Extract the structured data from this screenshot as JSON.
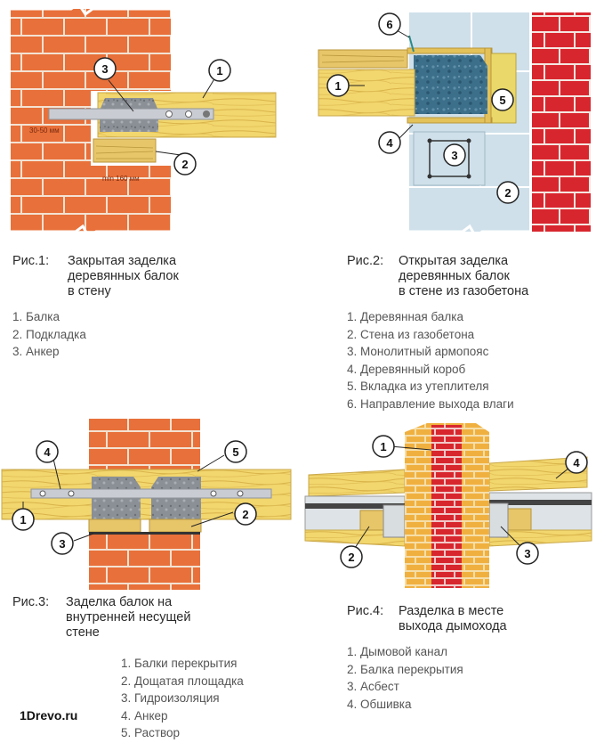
{
  "fig1": {
    "prefix": "Рис.1:",
    "title": [
      "Закрытая заделка",
      "деревянных балок",
      "в стену"
    ],
    "legend": [
      "1. Балка",
      "2. Подкладка",
      "3. Анкер"
    ],
    "dims": [
      "30-50 мм",
      "min 160 мм"
    ],
    "callouts": [
      "1",
      "2",
      "3"
    ]
  },
  "fig2": {
    "prefix": "Рис.2:",
    "title": [
      "Открытая заделка",
      "деревянных балок",
      "в стене из газобетона"
    ],
    "legend": [
      "1. Деревянная балка",
      "2. Стена из газобетона",
      "3. Монолитный армопояс",
      "4. Деревянный короб",
      "5. Вкладка из утеплителя",
      "6. Направление выхода влаги"
    ],
    "callouts": [
      "1",
      "2",
      "3",
      "4",
      "5",
      "6"
    ]
  },
  "fig3": {
    "prefix": "Рис.3:",
    "title": [
      "Заделка балок на",
      "внутренней несущей",
      "стене"
    ],
    "legend": [
      "1. Балки перекрытия",
      "2. Дощатая площадка",
      "3. Гидроизоляция",
      "4. Анкер",
      "5. Раствор"
    ],
    "callouts": [
      "1",
      "2",
      "3",
      "4",
      "5"
    ]
  },
  "fig4": {
    "prefix": "Рис.4:",
    "title": [
      "Разделка в месте",
      "выхода дымохода"
    ],
    "legend": [
      "1. Дымовой канал",
      "2. Балка перекрытия",
      "3. Асбест",
      "4. Обшивка"
    ],
    "callouts": [
      "1",
      "2",
      "3",
      "4"
    ]
  },
  "watermark": "1Drevo.ru",
  "colors": {
    "brick": "#e8703a",
    "mortar": "#f4e2d2",
    "wood": "#f2d66e",
    "anchor": "#c9ccd2",
    "concrete": "#3c6f8a",
    "aerated_block": "#cfe0ea",
    "chimney_brick": "#f0b040",
    "red_brick": "#d8262e"
  }
}
